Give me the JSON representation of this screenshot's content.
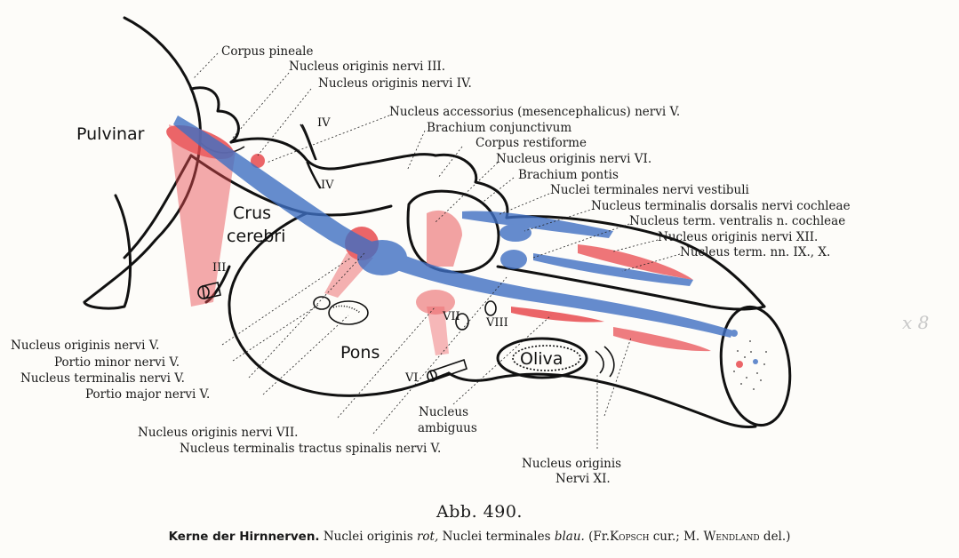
{
  "labels": {
    "corpus_pineale": "Corpus pineale",
    "nuc_orig_iii": "Nucleus originis nervi III.",
    "nuc_orig_iv": "Nucleus originis nervi IV.",
    "nuc_access_v": "Nucleus accessorius (mesencephalicus) nervi V.",
    "brachium_conjunctivum": "Brachium conjunctivum",
    "corpus_restiforme": "Corpus restiforme",
    "nuc_orig_vi": "Nucleus originis nervi VI.",
    "brachium_pontis": "Brachium pontis",
    "nuc_term_vestibuli": "Nuclei terminales nervi vestibuli",
    "nuc_term_dors_cochleae": "Nucleus terminalis dorsalis nervi cochleae",
    "nuc_term_ventr_cochleae": "Nucleus term. ventralis n. cochleae",
    "nuc_orig_xii": "Nucleus originis nervi XII.",
    "nuc_term_ix_x": "Nucleus term. nn. IX., X.",
    "nuc_orig_v": "Nucleus originis nervi V.",
    "portio_minor_v": "Portio minor nervi V.",
    "nuc_term_v": "Nucleus terminalis nervi V.",
    "portio_major_v": "Portio major nervi V.",
    "nuc_orig_vii": "Nucleus originis nervi VII.",
    "nuc_term_tract_spin_v": "Nucleus terminalis tractus spinalis nervi V.",
    "nuc_ambiguus_1": "Nucleus",
    "nuc_ambiguus_2": "ambiguus",
    "nuc_orig_xi_1": "Nucleus originis",
    "nuc_orig_xi_2": "Nervi XI."
  },
  "structures": {
    "pulvinar": "Pulvinar",
    "crus_1": "Crus",
    "crus_2": "cerebri",
    "pons": "Pons",
    "oliva": "Oliva"
  },
  "nerves": {
    "n3": "III",
    "n4a": "IV",
    "n4b": "IV",
    "n6": "VI",
    "n7": "VII",
    "n8": "VIII"
  },
  "margin_note": "x 8",
  "figure_number": "Abb. 490.",
  "caption": {
    "title": "Kerne der Hirnnerven.",
    "text1": "Nuclei originis",
    "rot": "rot,",
    "text2": "Nuclei terminales",
    "blau": "blau.",
    "credit1": "(Fr.",
    "kopsch": "Kopsch",
    "credit2": "cur.; M.",
    "wendland": "Wendland",
    "credit3": "del.)"
  },
  "colors": {
    "origin_nuclei": "#e84a4f",
    "terminal_nuclei": "#3f6fc2",
    "paper": "#fdfcf9"
  }
}
